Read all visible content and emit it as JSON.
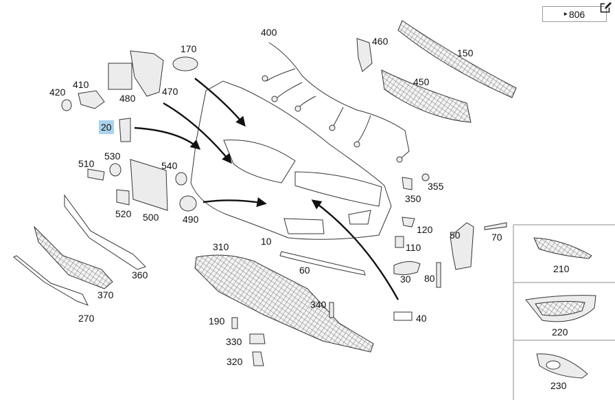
{
  "reference": {
    "arrow": "▸",
    "label": "806"
  },
  "toolbar": {
    "edit_icon": "edit-icon"
  },
  "colors": {
    "highlight": "#a9d3ec",
    "line": "#333333"
  },
  "labels": {
    "p10": "10",
    "p20": "20",
    "p30": "30",
    "p40": "40",
    "p50": "50",
    "p60": "60",
    "p70": "70",
    "p80": "80",
    "p110": "110",
    "p120": "120",
    "p150": "150",
    "p170": "170",
    "p190": "190",
    "p210": "210",
    "p220": "220",
    "p230": "230",
    "p270": "270",
    "p310": "310",
    "p320": "320",
    "p330": "330",
    "p340": "340",
    "p350": "350",
    "p355": "355",
    "p360": "360",
    "p370": "370",
    "p400": "400",
    "p410": "410",
    "p420": "420",
    "p450": "450",
    "p460": "460",
    "p470": "470",
    "p480": "480",
    "p490": "490",
    "p500": "500",
    "p510": "510",
    "p520": "520",
    "p530": "530",
    "p540": "540"
  },
  "highlighted_part": "20"
}
